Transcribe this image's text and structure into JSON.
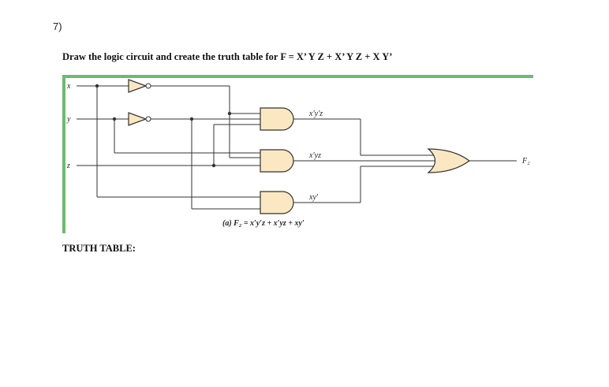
{
  "question_number": "7)",
  "prompt": "Draw the logic circuit and create the truth table for F = X’ Y Z + X’ Y Z + X Y’",
  "truth_table_label": "TRUTH TABLE:",
  "diagram": {
    "inputs": {
      "x": "x",
      "y": "y",
      "z": "z"
    },
    "gate_labels": {
      "and1": "x′y′z",
      "and2": "x′yz",
      "and3": "xy′"
    },
    "output": "F₂",
    "caption": "(a) F₂ = x′y′z + x′yz + xy′"
  }
}
